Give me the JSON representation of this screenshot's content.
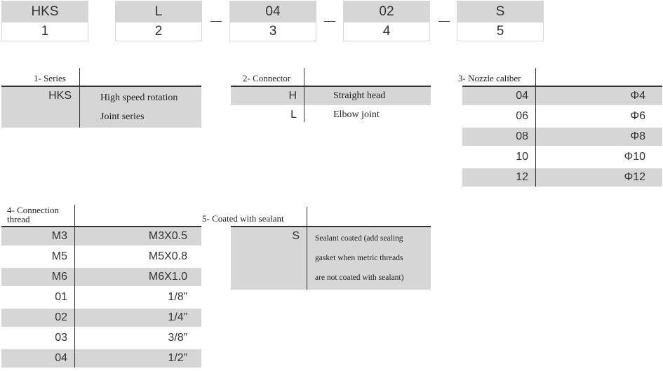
{
  "codes": [
    {
      "top": "HKS",
      "bottom": "1"
    },
    {
      "top": "L",
      "bottom": "2"
    },
    {
      "top": "04",
      "bottom": "3"
    },
    {
      "top": "02",
      "bottom": "4"
    },
    {
      "top": "S",
      "bottom": "5"
    }
  ],
  "series": {
    "title": "1- Series",
    "code": "HKS",
    "lines": [
      "High speed rotation",
      "Joint series"
    ]
  },
  "connector": {
    "title": "2- Connector",
    "rows": [
      {
        "code": "H",
        "desc": "Straight head"
      },
      {
        "code": "L",
        "desc": "Elbow joint"
      }
    ]
  },
  "nozzle": {
    "title": "3- Nozzle caliber",
    "rows": [
      {
        "code": "04",
        "value": "Φ4"
      },
      {
        "code": "06",
        "value": "Φ6"
      },
      {
        "code": "08",
        "value": "Φ8"
      },
      {
        "code": "10",
        "value": "Φ10"
      },
      {
        "code": "12",
        "value": "Φ12"
      }
    ]
  },
  "thread": {
    "title_line1": "4- Connection",
    "title_line2": "thread",
    "rows": [
      {
        "code": "M3",
        "value": "M3X0.5"
      },
      {
        "code": "M5",
        "value": "M5X0.8"
      },
      {
        "code": "M6",
        "value": "M6X1.0"
      },
      {
        "code": "01",
        "value": "1/8”"
      },
      {
        "code": "02",
        "value": "1/4”"
      },
      {
        "code": "03",
        "value": "3/8”"
      },
      {
        "code": "04",
        "value": "1/2”"
      }
    ]
  },
  "sealant": {
    "title": "5- Coated with sealant",
    "code": "S",
    "lines": [
      "Sealant coated (add sealing",
      "gasket when metric threads",
      "are not coated with sealant)"
    ]
  }
}
